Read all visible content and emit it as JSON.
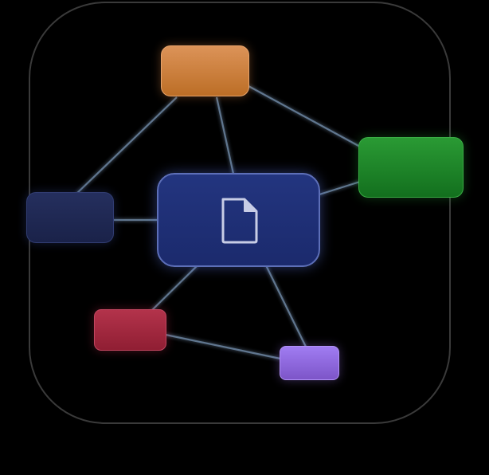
{
  "colors": {
    "background": "#000000",
    "frame_border": "#3a3a3a",
    "edge": "#6f8aa6",
    "node_orange": "#d88a48",
    "node_green": "#1f8a2a",
    "node_navy": "#1f2853",
    "node_center": "#1f3076",
    "node_red": "#a3293f",
    "node_purple": "#9068e0",
    "icon_stroke": "#c8cde6"
  },
  "nodes": [
    {
      "id": "center",
      "icon": "document-icon"
    },
    {
      "id": "orange"
    },
    {
      "id": "green"
    },
    {
      "id": "navy"
    },
    {
      "id": "red"
    },
    {
      "id": "purple"
    }
  ],
  "edges": [
    [
      "orange",
      "navy"
    ],
    [
      "orange",
      "center"
    ],
    [
      "orange",
      "green"
    ],
    [
      "center",
      "green"
    ],
    [
      "center",
      "navy"
    ],
    [
      "center",
      "red"
    ],
    [
      "center",
      "purple"
    ],
    [
      "red",
      "purple"
    ]
  ]
}
